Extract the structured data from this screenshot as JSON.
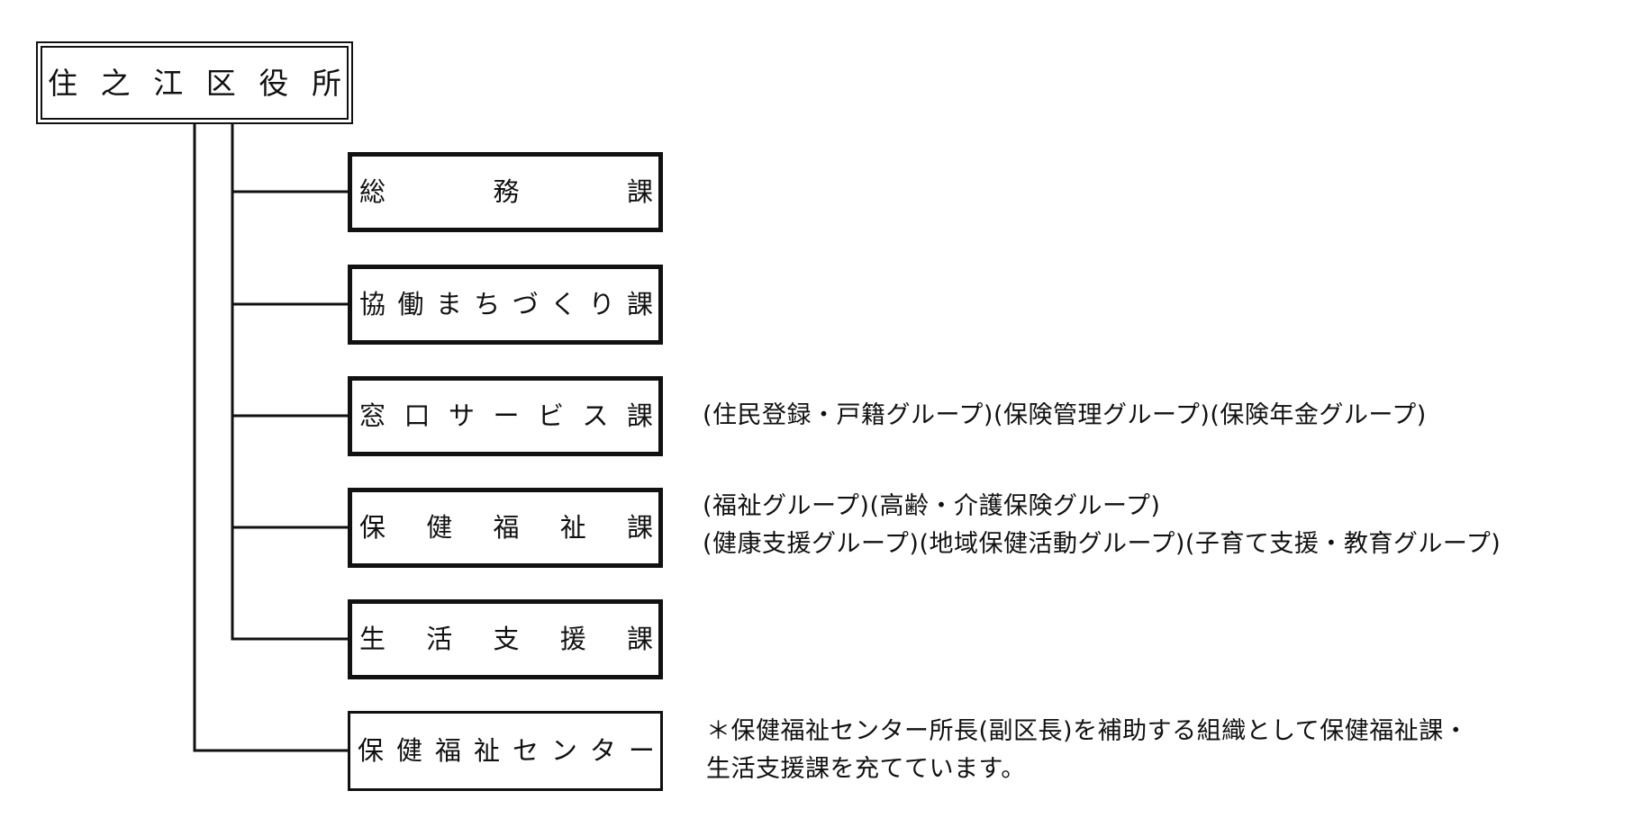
{
  "root": {
    "name": "住之江区役所"
  },
  "departments": [
    {
      "name": "総務課",
      "groups": []
    },
    {
      "name": "協働まちづくり課",
      "groups": []
    },
    {
      "name": "窓口サービス課",
      "groups": [
        "(住民登録・戸籍グループ)(保険管理グループ)(保険年金グループ)"
      ]
    },
    {
      "name": "保健福祉課",
      "groups": [
        "(福祉グループ)(高齢・介護保険グループ)",
        "(健康支援グループ)(地域保健活動グループ)(子育て支援・教育グループ)"
      ]
    },
    {
      "name": "生活支援課",
      "groups": []
    },
    {
      "name": "保健福祉センター",
      "groups": []
    }
  ],
  "footnote": {
    "lines": [
      "＊保健福祉センター所長(副区長)を補助する組織として保健福祉課・",
      "生活支援課を充てています。"
    ]
  }
}
